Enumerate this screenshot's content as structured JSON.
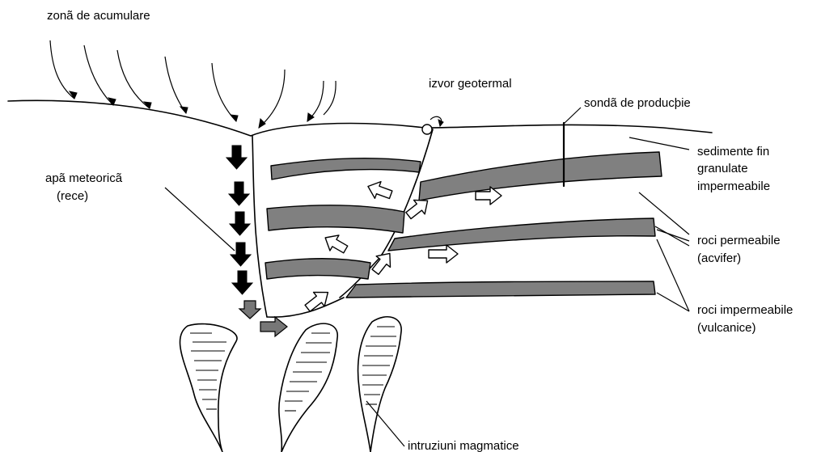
{
  "labels": {
    "recharge_zone": "zonã de acumulare",
    "geothermal_spring": "izvor geotermal",
    "production_well": "sondã de producþie",
    "fine_sediments_1": "sedimente fin",
    "fine_sediments_2": "granulate",
    "fine_sediments_3": "impermeabile",
    "meteoric_water_1": "apã meteoricã",
    "meteoric_water_2": "(rece)",
    "permeable_rocks_1": "roci permeabile",
    "permeable_rocks_2": "(acvifer)",
    "impermeable_rocks_1": "roci impermeabile",
    "impermeable_rocks_2": "(vulcanice)",
    "magmatic_intrusions": "intruziuni magmatice"
  },
  "colors": {
    "layer_fill": "#808080",
    "downflow_arrow": "#000000",
    "transition_arrow": "#777777",
    "upflow_arrow": "#ffffff"
  }
}
